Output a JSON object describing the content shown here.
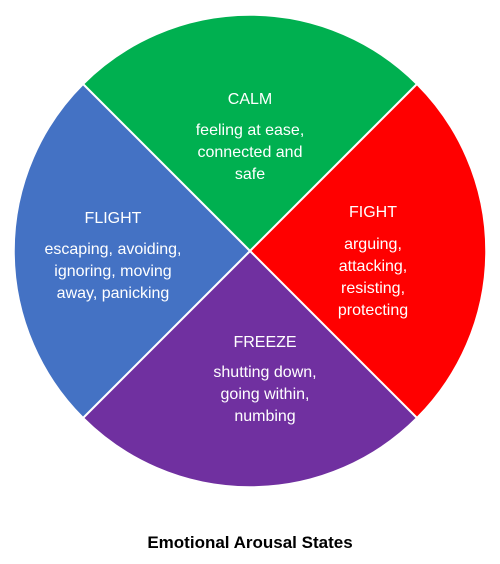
{
  "caption": "Emotional Arousal States",
  "segments": [
    {
      "id": "calm",
      "title": "CALM",
      "lines": [
        "feeling at ease,",
        "connected and",
        "safe"
      ],
      "color": "#00B050"
    },
    {
      "id": "fight",
      "title": "FIGHT",
      "lines": [
        "arguing,",
        "attacking,",
        "resisting,",
        "protecting"
      ],
      "color": "#FF0000"
    },
    {
      "id": "freeze",
      "title": "FREEZE",
      "lines": [
        "shutting down,",
        "going within,",
        "numbing"
      ],
      "color": "#7030A0"
    },
    {
      "id": "flight",
      "title": "FLIGHT",
      "lines": [
        "escaping, avoiding,",
        "ignoring, moving",
        "away, panicking"
      ],
      "color": "#4472C4"
    }
  ]
}
